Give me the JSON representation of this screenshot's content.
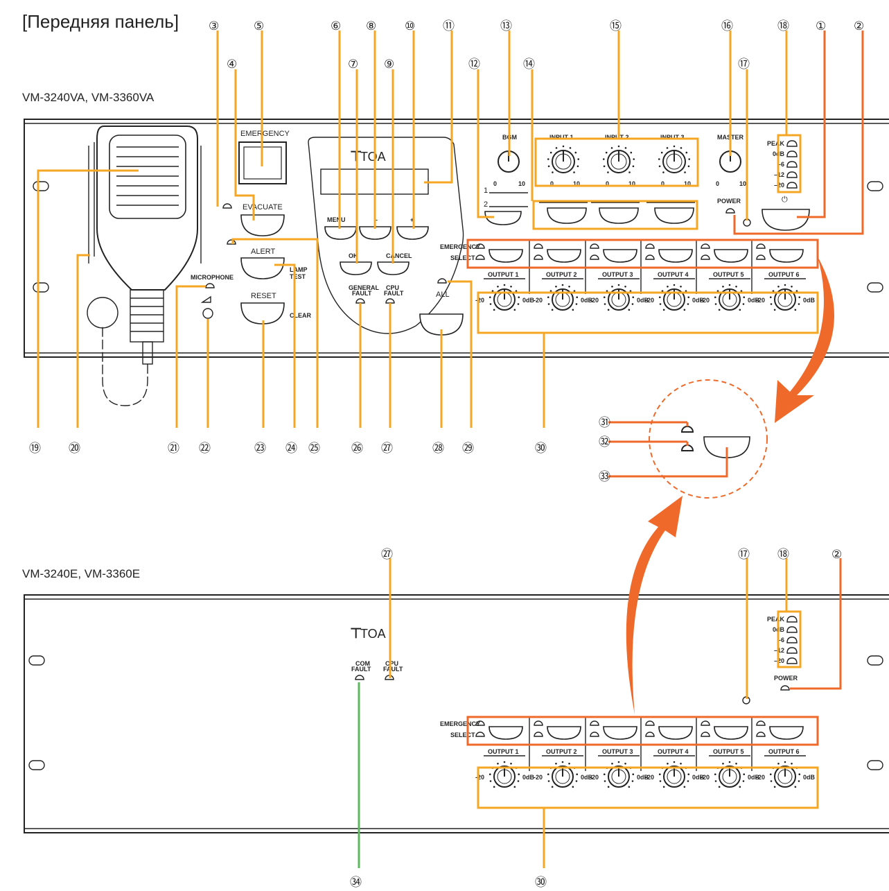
{
  "header": {
    "title": "[Передняя панель]"
  },
  "models": {
    "top": "VM-3240VA, VM-3360VA",
    "bottom": "VM-3240E, VM-3360E"
  },
  "panel": {
    "brand": "TOA",
    "emergency": "EMERGENCY",
    "evacuate": "EVACUATE",
    "alert": "ALERT",
    "reset": "RESET",
    "lamp_test": "LAMP TEST",
    "clear": "CLEAR",
    "microphone": "MICROPHONE",
    "menu": "MENU",
    "minus": "–",
    "plus": "+",
    "ok": "OK",
    "cancel": "CANCEL",
    "general_fault": "GENERAL FAULT",
    "cpu_fault": "CPU FAULT",
    "com_fault": "COM FAULT",
    "all": "ALL",
    "bgm": "BGM",
    "master": "MASTER",
    "inputs": [
      "INPUT 1",
      "INPUT 2",
      "INPUT 3"
    ],
    "outputs": [
      "OUTPUT 1",
      "OUTPUT 2",
      "OUTPUT 3",
      "OUTPUT 4",
      "OUTPUT 5",
      "OUTPUT 6"
    ],
    "emergency_row": "EMERGENCY",
    "select_row": "SELECT",
    "meter": [
      "PEAK",
      "0dB",
      "–6",
      "–12",
      "–20"
    ],
    "power": "POWER",
    "power_symbol": "⏻",
    "knob_min": "0",
    "knob_max": "10",
    "out_min": "-20",
    "out_max": "0dB",
    "line1": "1",
    "line2": "2"
  },
  "callouts": [
    "①",
    "②",
    "③",
    "④",
    "⑤",
    "⑥",
    "⑦",
    "⑧",
    "⑨",
    "⑩",
    "⑪",
    "⑫",
    "⑬",
    "⑭",
    "⑮",
    "⑯",
    "⑰",
    "⑱",
    "⑲",
    "⑳",
    "㉑",
    "㉒",
    "㉓",
    "㉔",
    "㉕",
    "㉖",
    "㉗",
    "㉘",
    "㉙",
    "㉚",
    "㉛",
    "㉜",
    "㉝",
    "㉞"
  ],
  "colors": {
    "orange": "#f5a623",
    "red": "#ef6a2a",
    "green": "#5cb85c"
  }
}
